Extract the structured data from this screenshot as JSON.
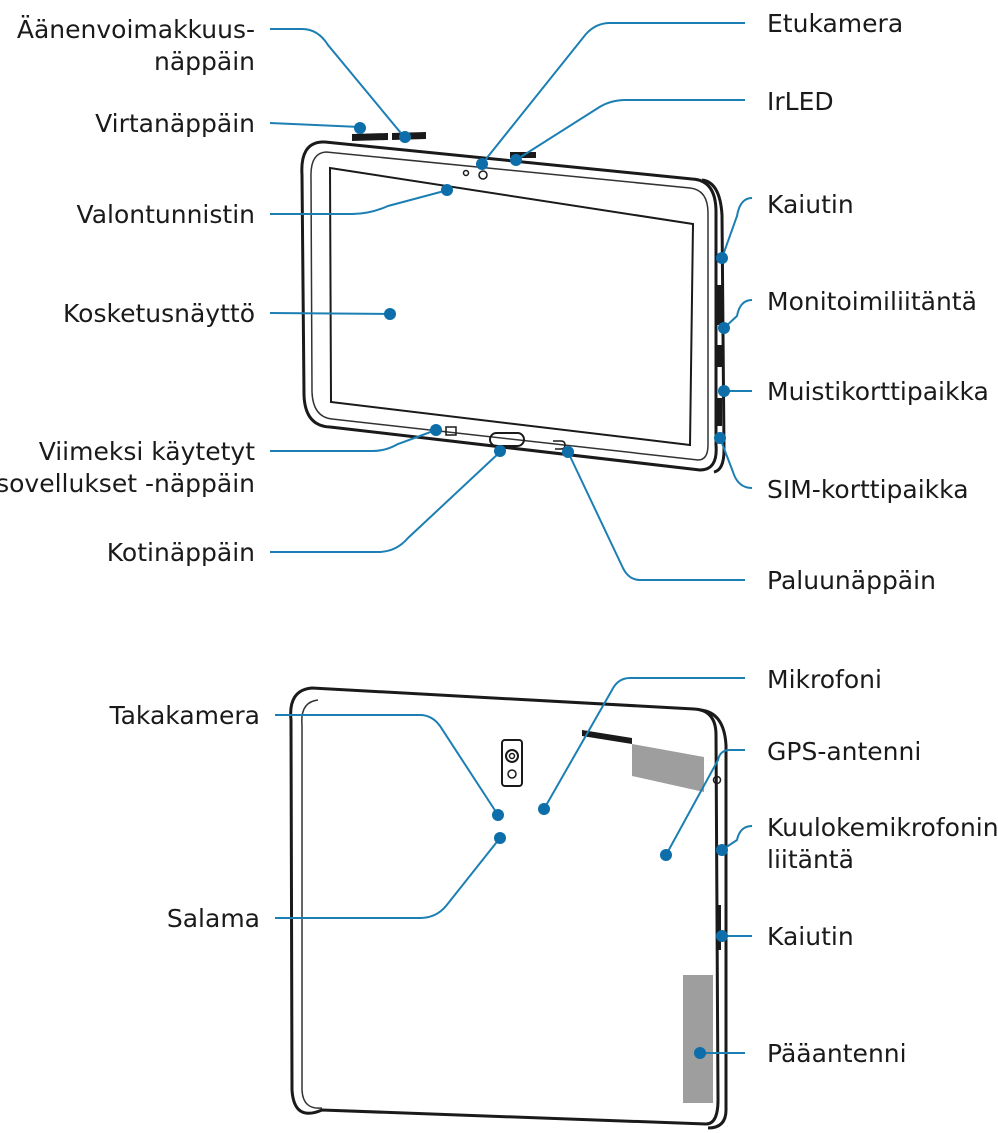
{
  "colors": {
    "leader": "#1b7fb3",
    "dot": "#0d6ea9",
    "outline": "#1a1a1a",
    "antenna_patch": "#9e9e9e"
  },
  "front": {
    "volume_key_line1": "Äänenvoimakkuus-",
    "volume_key_line2": "näppäin",
    "power_key": "Virtanäppäin",
    "light_sensor": "Valontunnistin",
    "touchscreen": "Kosketusnäyttö",
    "recent_apps_line1": "Viimeksi käytetyt",
    "recent_apps_line2": "sovellukset -näppäin",
    "home_key": "Kotinäppäin",
    "front_camera": "Etukamera",
    "irled": "IrLED",
    "speaker": "Kaiutin",
    "multipurpose_jack": "Monitoimiliitäntä",
    "memory_card_slot": "Muistikorttipaikka",
    "sim_card_slot": "SIM-korttipaikka",
    "back_key": "Paluunäppäin"
  },
  "back": {
    "rear_camera": "Takakamera",
    "flash": "Salama",
    "microphone": "Mikrofoni",
    "gps_antenna": "GPS-antenni",
    "headset_jack_line1": "Kuulokemikrofonin",
    "headset_jack_line2": "liitäntä",
    "speaker": "Kaiutin",
    "main_antenna": "Pääantenni"
  }
}
